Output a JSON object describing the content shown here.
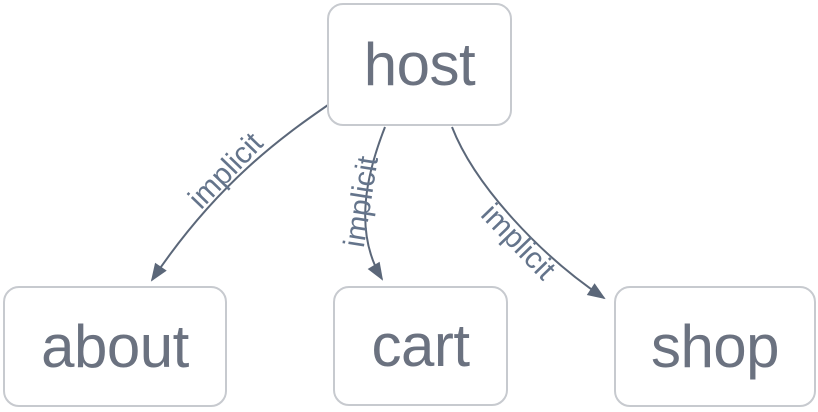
{
  "diagram": {
    "type": "dependency-graph",
    "nodes": [
      {
        "id": "host",
        "label": "host"
      },
      {
        "id": "about",
        "label": "about"
      },
      {
        "id": "cart",
        "label": "cart"
      },
      {
        "id": "shop",
        "label": "shop"
      }
    ],
    "edges": [
      {
        "from": "host",
        "to": "about",
        "label": "implicit"
      },
      {
        "from": "host",
        "to": "cart",
        "label": "implicit"
      },
      {
        "from": "host",
        "to": "shop",
        "label": "implicit"
      }
    ],
    "colors": {
      "background": "#ffffff",
      "node_fill": "#ffffff",
      "node_border": "#c7cacf",
      "node_text": "#6b7280",
      "edge": "#5b6779",
      "edge_label": "#64748b"
    }
  }
}
